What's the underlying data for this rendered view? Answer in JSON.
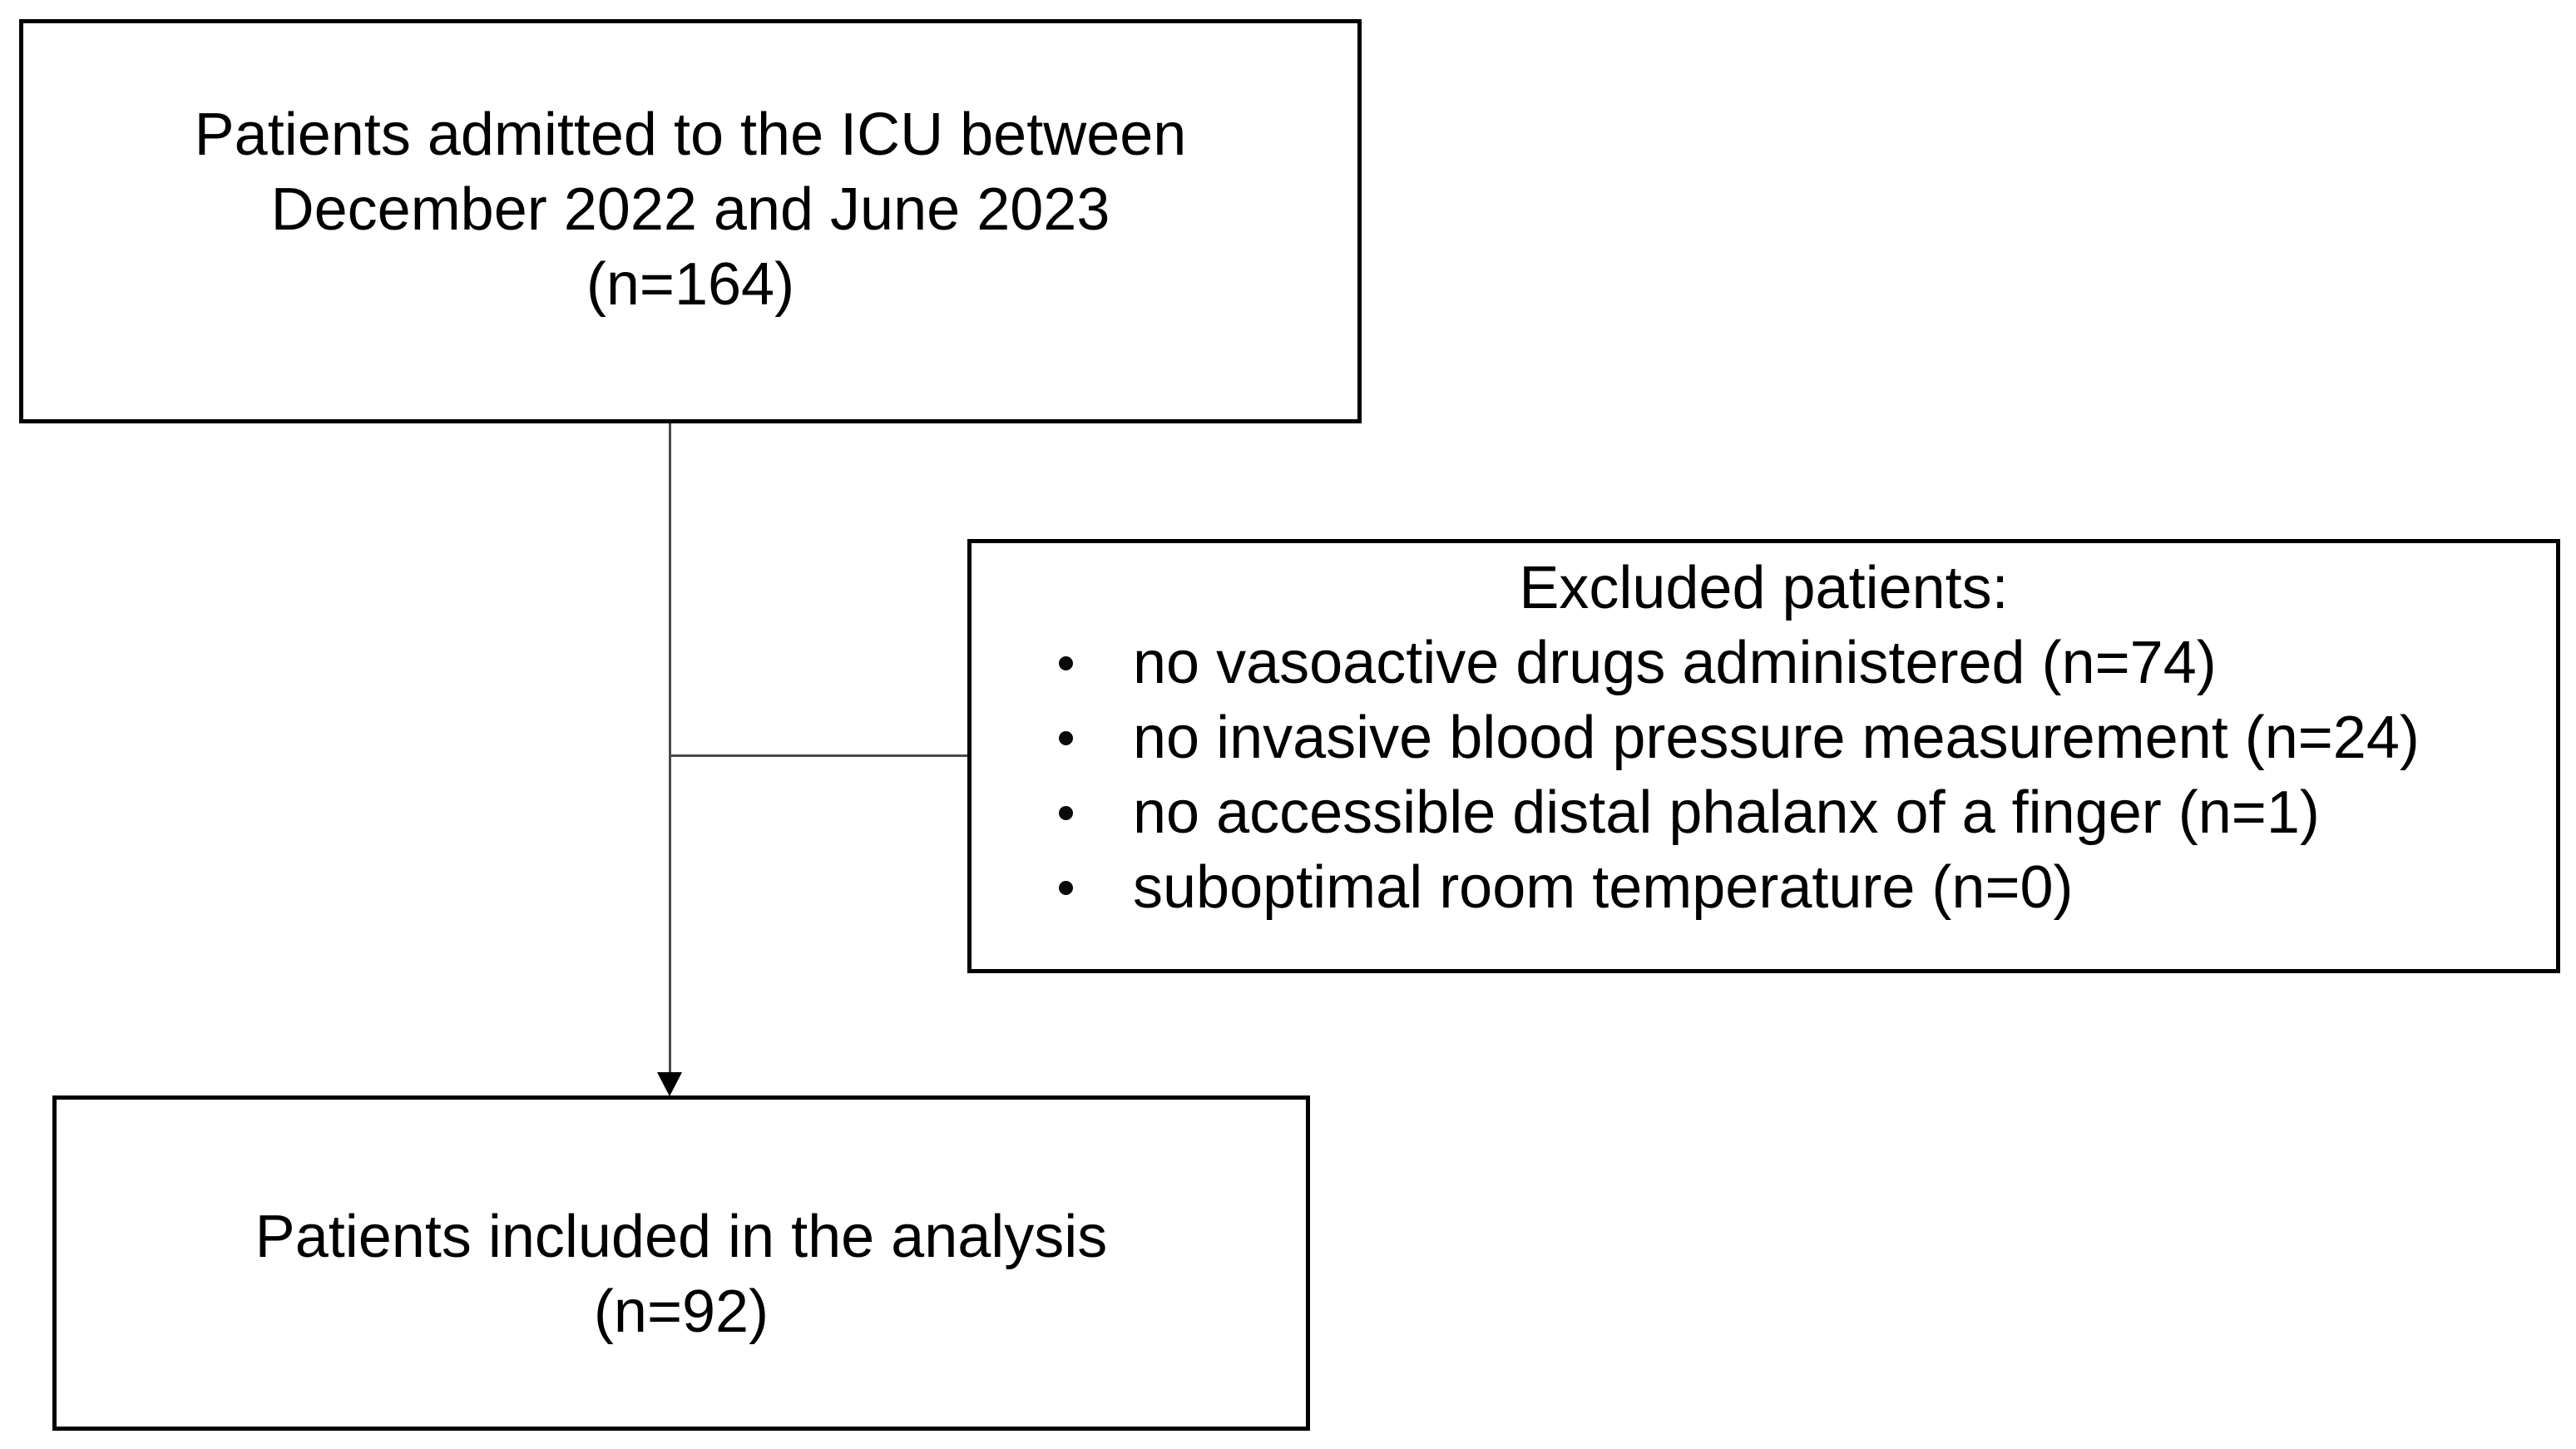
{
  "diagram": {
    "top_box": {
      "line1": "Patients admitted to the ICU between",
      "line2": "December 2022 and June 2023",
      "line3": "(n=164)"
    },
    "excluded_box": {
      "title": "Excluded patients:",
      "items": [
        "no vasoactive drugs administered (n=74)",
        "no invasive blood pressure measurement (n=24)",
        "no accessible distal phalanx of a finger (n=1)",
        "suboptimal room temperature (n=0)"
      ]
    },
    "bottom_box": {
      "line1": "Patients included in the analysis",
      "line2": "(n=92)"
    },
    "icons": {
      "arrow": "triangle-down-arrowhead",
      "bullet": "filled-circle"
    },
    "colors": {
      "background": "#ffffff",
      "box_border": "#000000",
      "text": "#000000",
      "connector_line": "#4a4a4a",
      "arrowhead": "#000000"
    }
  }
}
